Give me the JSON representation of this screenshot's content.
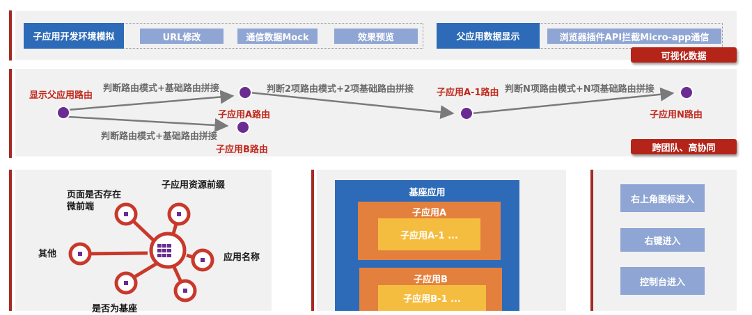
{
  "top_section": {
    "group1": {
      "title": "子应用开发环境模拟",
      "items": [
        "URL修改",
        "通信数据Mock",
        "效果预览"
      ]
    },
    "group2": {
      "title": "父应用数据显示",
      "items": [
        "浏览器插件API拦截Micro-app通信"
      ]
    },
    "tag": "可视化数据"
  },
  "routing_section": {
    "nodes": {
      "parent": "显示父应用路由",
      "child_a": "子应用A路由",
      "child_b": "子应用B路由",
      "child_a1": "子应用A-1路由",
      "child_n": "子应用N路由"
    },
    "edges": {
      "parent_to_a": "判断路由模式+基础路由拼接",
      "parent_to_b": "判断路由模式+基础路由拼接",
      "a_to_a1": "判断2项路由模式+2项基础路由拼接",
      "a1_to_n": "判断N项路由模式+N项基础路由拼接"
    },
    "tag": "跨团队、高协同"
  },
  "hub_section": {
    "labels": {
      "top_left": "页面是否存在微前端",
      "top_right": "子应用资源前缀",
      "left": "其他",
      "right": "应用名称",
      "bottom": "是否为基座"
    },
    "colors": {
      "ring": "#c8392b",
      "dot": "#6a2c91"
    }
  },
  "nesting_section": {
    "base": "基座应用",
    "child_a": "子应用A",
    "child_a1": "子应用A-1 ...",
    "child_b": "子应用B",
    "child_b1": "子应用B-1 ..."
  },
  "entry_section": {
    "buttons": [
      "右上角图标进入",
      "右键进入",
      "控制台进入"
    ]
  }
}
